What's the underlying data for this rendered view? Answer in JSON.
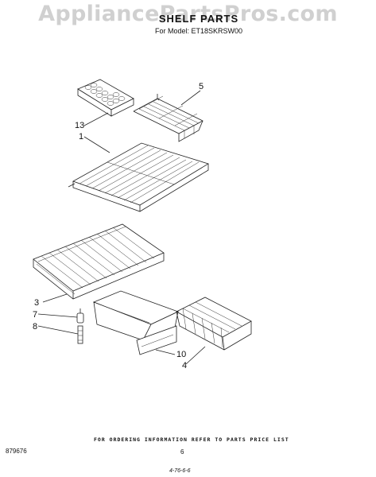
{
  "watermark": "AppliancePartsPros.com",
  "header": {
    "title": "SHELF PARTS",
    "model_line": "For Model: ET18SKRSW00"
  },
  "callouts": {
    "c5": "5",
    "c13": "13",
    "c1": "1",
    "c3": "3",
    "c7": "7",
    "c8": "8",
    "c10": "10",
    "c4": "4"
  },
  "footer": {
    "ordering_note": "FOR ORDERING INFORMATION REFER TO PARTS PRICE LIST",
    "page_number": "6",
    "document_number": "879676",
    "handwritten_date": "4-76-6-6"
  }
}
